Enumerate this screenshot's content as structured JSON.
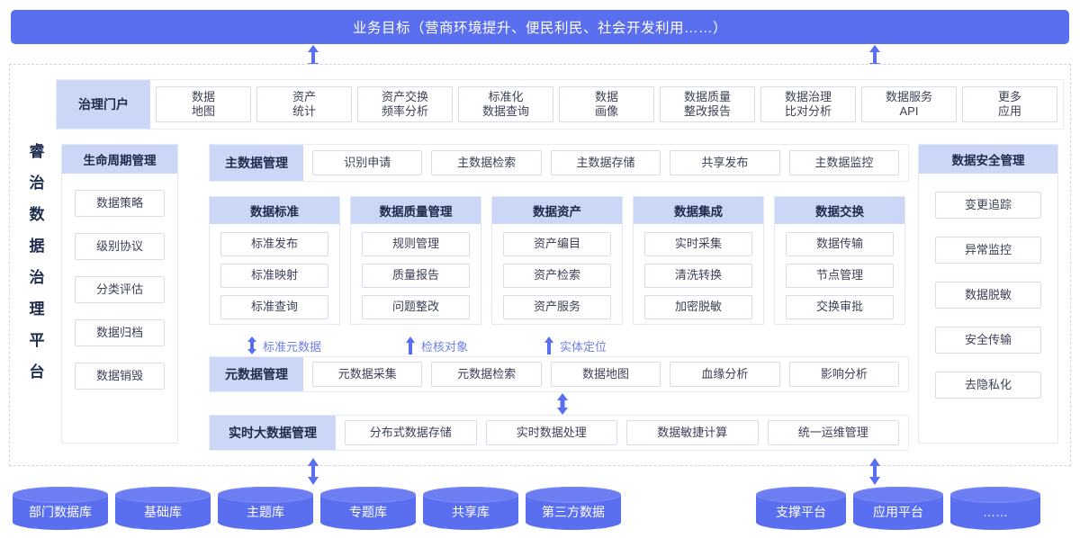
{
  "banner": {
    "text": "业务目标（营商环境提升、便民利民、社会开发利用……）",
    "color": "#5a6ef0"
  },
  "platform": {
    "title_chars": [
      "睿",
      "治",
      "数",
      "据",
      "治",
      "理",
      "平",
      "台"
    ]
  },
  "portal": {
    "head": "治理门户",
    "apps": [
      "数据\n地图",
      "资产\n统计",
      "资产交换\n频率分析",
      "标准化\n数据查询",
      "数据\n画像",
      "数据质量\n整改报告",
      "数据治理\n比对分析",
      "数据服务\nAPI",
      "更多\n应用"
    ]
  },
  "lifecycle": {
    "head": "生命周期管理",
    "items": [
      "数据策略",
      "级别协议",
      "分类评估",
      "数据归档",
      "数据销毁"
    ]
  },
  "security": {
    "head": "数据安全管理",
    "items": [
      "变更追踪",
      "异常监控",
      "数据脱敏",
      "安全传输",
      "去隐私化"
    ]
  },
  "master_row": {
    "head": "主数据管理",
    "items": [
      "识别申请",
      "主数据检索",
      "主数据存储",
      "共享发布",
      "主数据监控"
    ]
  },
  "domains": [
    {
      "head": "数据标准",
      "items": [
        "标准发布",
        "标准映射",
        "标准查询"
      ]
    },
    {
      "head": "数据质量管理",
      "items": [
        "规则管理",
        "质量报告",
        "问题整改"
      ]
    },
    {
      "head": "数据资产",
      "items": [
        "资产编目",
        "资产检索",
        "资产服务"
      ]
    },
    {
      "head": "数据集成",
      "items": [
        "实时采集",
        "清洗转换",
        "加密脱敏"
      ]
    },
    {
      "head": "数据交换",
      "items": [
        "数据传输",
        "节点管理",
        "交换审批"
      ]
    }
  ],
  "arrow_labels": [
    {
      "text": "标准元数据",
      "type": "double"
    },
    {
      "text": "检核对象",
      "type": "up"
    },
    {
      "text": "实体定位",
      "type": "up"
    }
  ],
  "meta_row": {
    "head": "元数据管理",
    "items": [
      "元数据采集",
      "元数据检索",
      "数据地图",
      "血缘分析",
      "影响分析"
    ]
  },
  "bigdata_row": {
    "head": "实时大数据管理",
    "items": [
      "分布式数据存储",
      "实时数据处理",
      "数据敏捷计算",
      "统一运维管理"
    ]
  },
  "sources_left": [
    "部门数据库",
    "基础库",
    "主题库",
    "专题库",
    "共享库",
    "第三方数据"
  ],
  "sources_right": [
    "支撑平台",
    "应用平台",
    "……"
  ],
  "colors": {
    "accent": "#5a6ef0",
    "head_bg": "#ccd6f7",
    "chip_border": "#d3dcf0",
    "text_dark": "#1d2b4c",
    "label_blue": "#6b7fe8"
  }
}
